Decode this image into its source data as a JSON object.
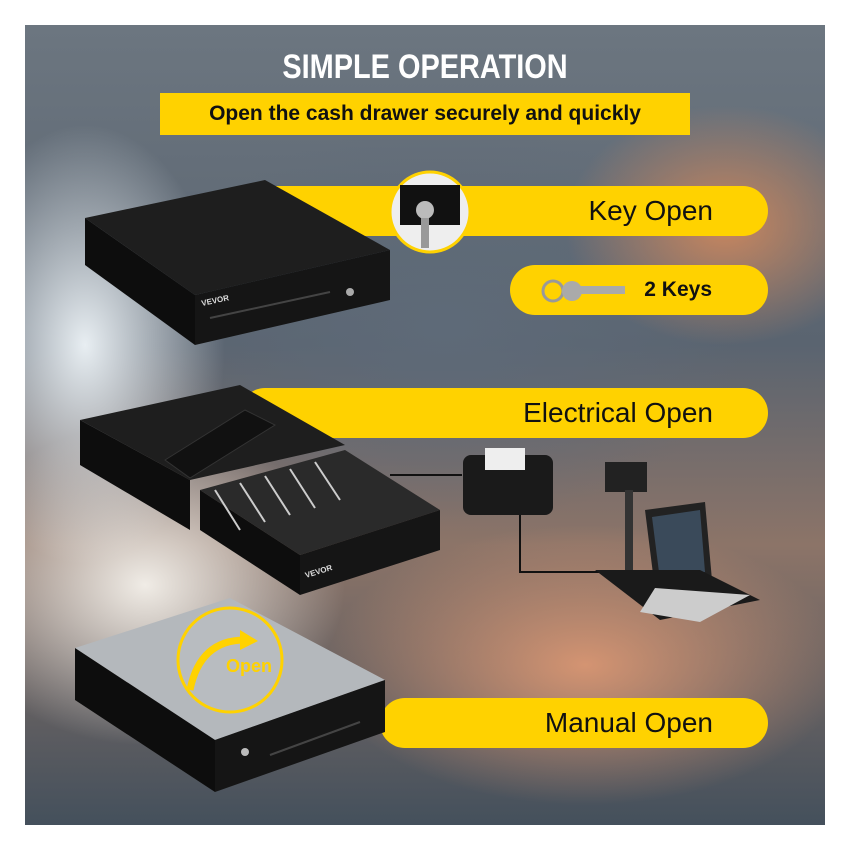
{
  "header": {
    "title": "SIMPLE OPERATION",
    "subtitle": "Open the cash drawer securely and quickly"
  },
  "features": [
    {
      "label": "Key Open"
    },
    {
      "label": "2 Keys"
    },
    {
      "label": "Electrical Open"
    },
    {
      "label": "Manual Open"
    }
  ],
  "annotations": {
    "open_label": "Open",
    "brand": "VEVOR"
  },
  "colors": {
    "accent": "#ffd200",
    "product": "#151515"
  }
}
